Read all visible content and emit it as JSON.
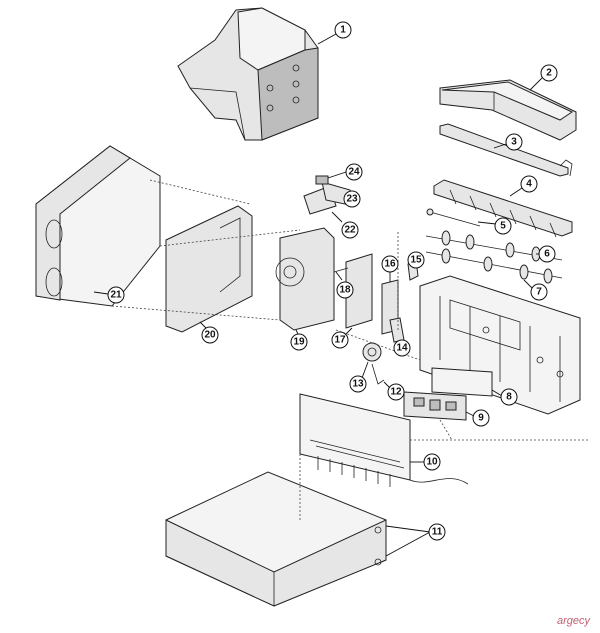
{
  "callouts": {
    "c1": "1",
    "c2": "2",
    "c3": "3",
    "c4": "4",
    "c5": "5",
    "c6": "6",
    "c7": "7",
    "c8": "8",
    "c9": "9",
    "c10": "10",
    "c11": "11",
    "c12": "12",
    "c13": "13",
    "c14": "14",
    "c15": "15",
    "c16": "16",
    "c17": "17",
    "c18": "18",
    "c19": "19",
    "c20": "20",
    "c21": "21",
    "c22": "22",
    "c23": "23",
    "c24": "24"
  },
  "watermark": "argecy",
  "colors": {
    "line": "#222222",
    "fill": "#e6e6e6",
    "watermark": "#c06070"
  }
}
